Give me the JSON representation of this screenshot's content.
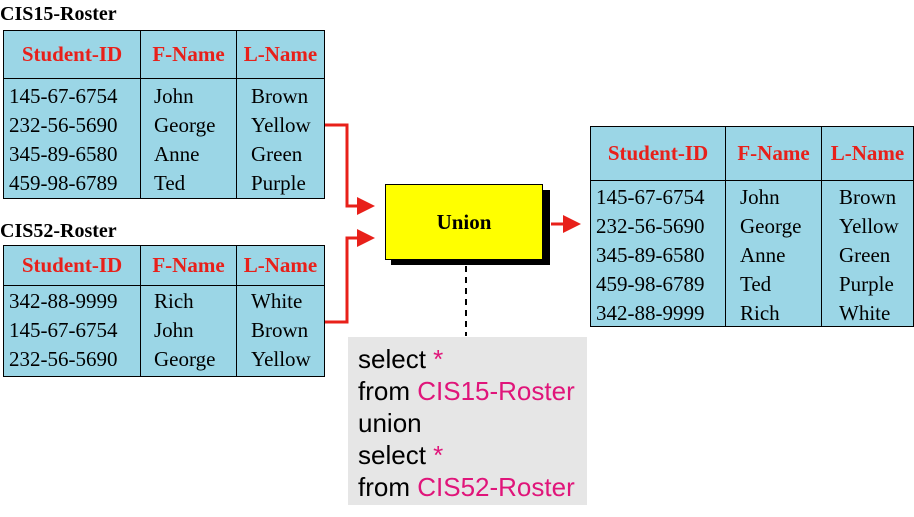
{
  "tables": {
    "cis15": {
      "title": "CIS15-Roster",
      "headers": [
        "Student-ID",
        "F-Name",
        "L-Name"
      ],
      "rows": [
        [
          "145-67-6754",
          "John",
          "Brown"
        ],
        [
          "232-56-5690",
          "George",
          "Yellow"
        ],
        [
          "345-89-6580",
          "Anne",
          "Green"
        ],
        [
          "459-98-6789",
          "Ted",
          "Purple"
        ]
      ]
    },
    "cis52": {
      "title": "CIS52-Roster",
      "headers": [
        "Student-ID",
        "F-Name",
        "L-Name"
      ],
      "rows": [
        [
          "342-88-9999",
          "Rich",
          "White"
        ],
        [
          "145-67-6754",
          "John",
          "Brown"
        ],
        [
          "232-56-5690",
          "George",
          "Yellow"
        ]
      ]
    },
    "result": {
      "headers": [
        "Student-ID",
        "F-Name",
        "L-Name"
      ],
      "rows": [
        [
          "145-67-6754",
          "John",
          "Brown"
        ],
        [
          "232-56-5690",
          "George",
          "Yellow"
        ],
        [
          "345-89-6580",
          "Anne",
          "Green"
        ],
        [
          "459-98-6789",
          "Ted",
          "Purple"
        ],
        [
          "342-88-9999",
          "Rich",
          "White"
        ]
      ]
    }
  },
  "operator": {
    "label": "Union"
  },
  "sql": {
    "line1_kw": "select",
    "line1_val": "*",
    "line2_kw": "from",
    "line2_val": "CIS15-Roster",
    "line3_kw": "union",
    "line4_kw": "select",
    "line4_val": "*",
    "line5_kw": "from",
    "line5_val": "CIS52-Roster"
  },
  "colors": {
    "table_fill": "#9bd6e6",
    "header_text": "#e8201a",
    "arrow": "#e8201a",
    "operator_fill": "#ffff00",
    "sql_highlight": "#e0157a",
    "sql_background": "#e6e6e6"
  }
}
